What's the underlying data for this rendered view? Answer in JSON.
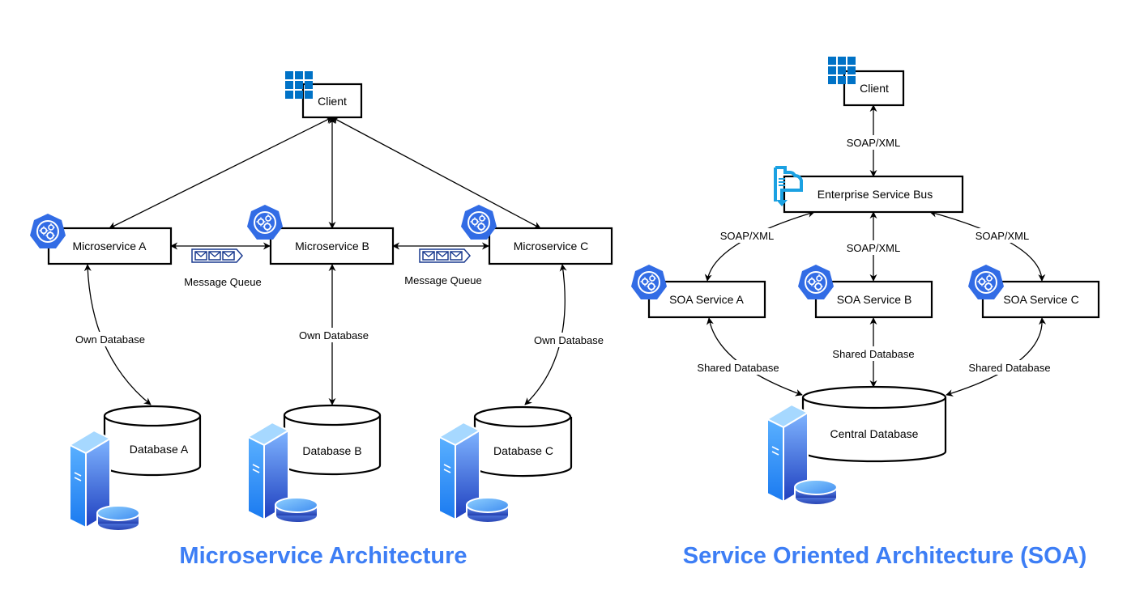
{
  "colors": {
    "title": "#3d7ef5",
    "k8s_blue": "#326ce5",
    "grid_blue": "#0072c6",
    "esb_cyan": "#1ba1e2",
    "queue_navy": "#1a3a8f"
  },
  "microservice": {
    "title": "Microservice Architecture",
    "client": {
      "label": "Client",
      "icon": "windows-grid-icon"
    },
    "services": [
      {
        "label": "Microservice A",
        "icon": "kubernetes-gear-icon"
      },
      {
        "label": "Microservice B",
        "icon": "kubernetes-gear-icon"
      },
      {
        "label": "Microservice C",
        "icon": "kubernetes-gear-icon"
      }
    ],
    "queues": [
      {
        "label": "Message Queue",
        "icon": "message-queue-icon"
      },
      {
        "label": "Message Queue",
        "icon": "message-queue-icon"
      }
    ],
    "db_edges": [
      {
        "label": "Own Database"
      },
      {
        "label": "Own Database"
      },
      {
        "label": "Own Database"
      }
    ],
    "databases": [
      {
        "label": "Database A",
        "icon": "database-server-icon"
      },
      {
        "label": "Database B",
        "icon": "database-server-icon"
      },
      {
        "label": "Database C",
        "icon": "database-server-icon"
      }
    ]
  },
  "soa": {
    "title": "Service Oriented Architecture (SOA)",
    "client": {
      "label": "Client",
      "icon": "windows-grid-icon"
    },
    "client_edge": {
      "label": "SOAP/XML"
    },
    "esb": {
      "label": "Enterprise Service Bus",
      "icon": "service-bus-icon"
    },
    "bus_edges": [
      {
        "label": "SOAP/XML"
      },
      {
        "label": "SOAP/XML"
      },
      {
        "label": "SOAP/XML"
      }
    ],
    "services": [
      {
        "label": "SOA Service A",
        "icon": "kubernetes-gear-icon"
      },
      {
        "label": "SOA Service B",
        "icon": "kubernetes-gear-icon"
      },
      {
        "label": "SOA Service C",
        "icon": "kubernetes-gear-icon"
      }
    ],
    "db_edges": [
      {
        "label": "Shared Database"
      },
      {
        "label": "Shared Database"
      },
      {
        "label": "Shared Database"
      }
    ],
    "database": {
      "label": "Central Database",
      "icon": "database-server-icon"
    }
  }
}
